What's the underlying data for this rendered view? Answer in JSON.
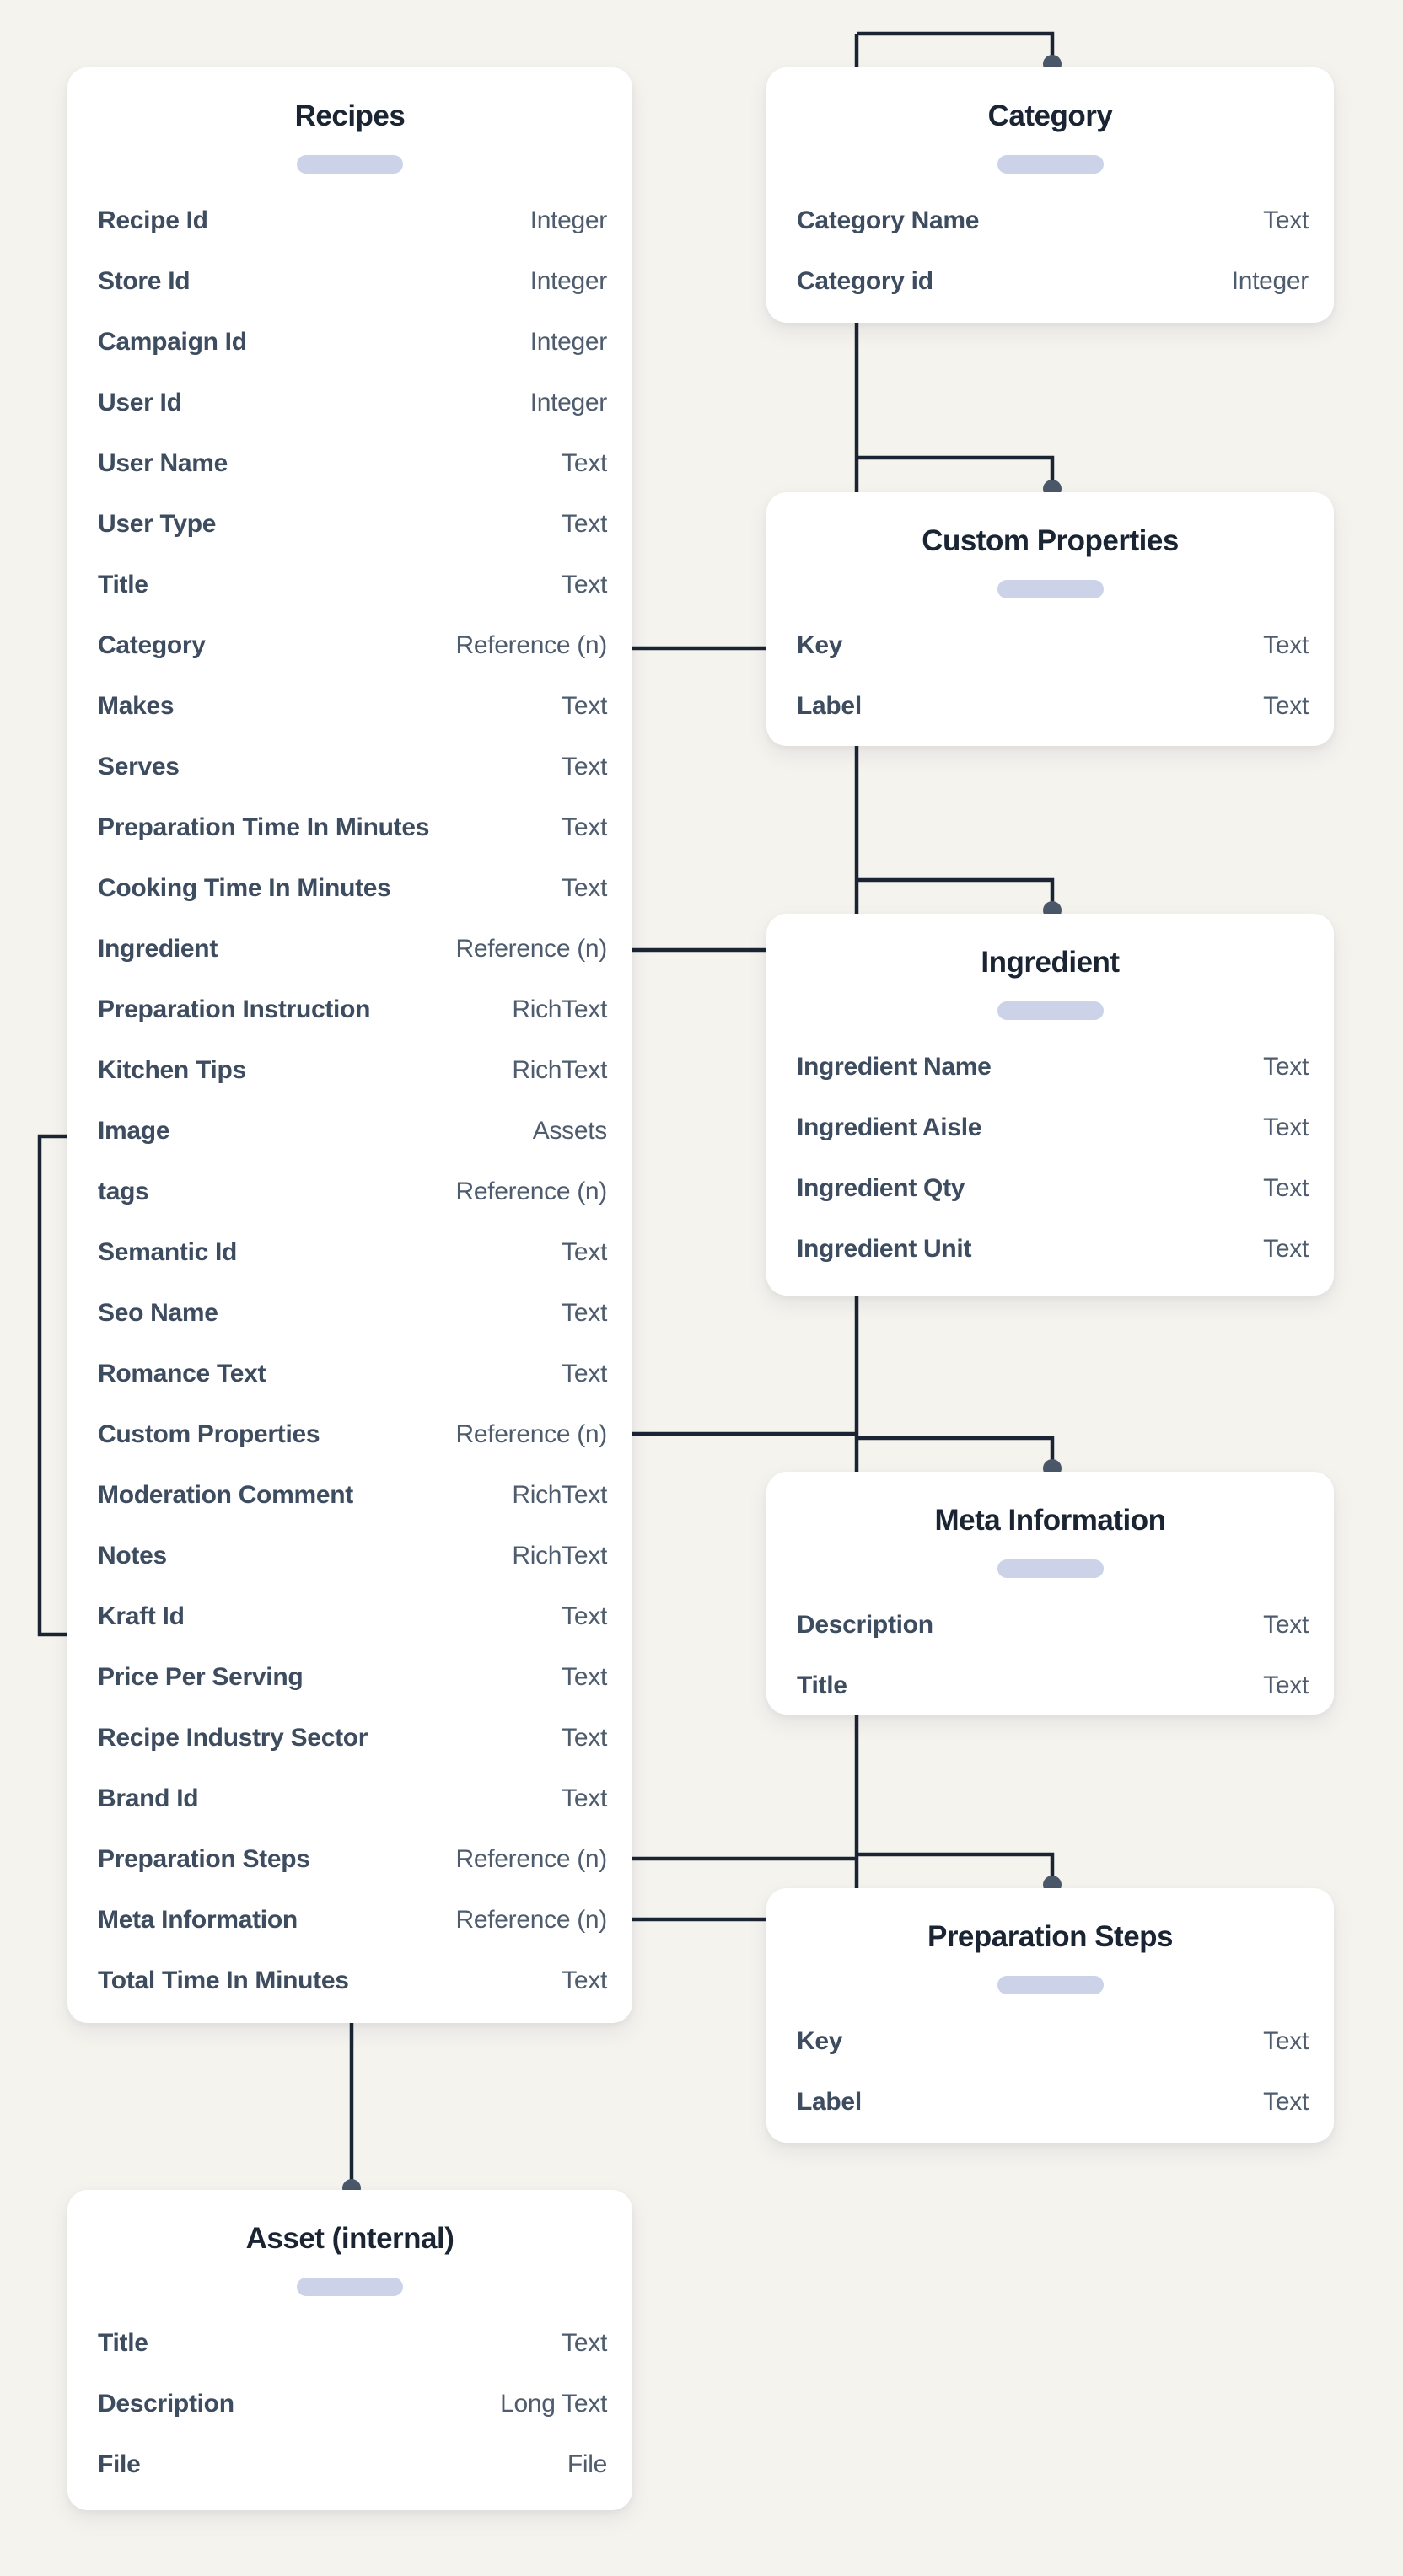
{
  "colors": {
    "background": "#f5f3ee",
    "card": "#ffffff",
    "title": "#1a2433",
    "field_label": "#3e4c60",
    "field_type": "#4e5c6e",
    "pill": "#ccd3e9",
    "connector": "#1a2433",
    "dot": "#4a5869"
  },
  "entities": [
    {
      "id": "recipes",
      "title": "Recipes",
      "fields": [
        {
          "label": "Recipe Id",
          "type": "Integer"
        },
        {
          "label": "Store Id",
          "type": "Integer"
        },
        {
          "label": "Campaign Id",
          "type": "Integer"
        },
        {
          "label": "User Id",
          "type": "Integer"
        },
        {
          "label": "User Name",
          "type": "Text"
        },
        {
          "label": "User Type",
          "type": "Text"
        },
        {
          "label": "Title",
          "type": "Text"
        },
        {
          "label": "Category",
          "type": "Reference (n)"
        },
        {
          "label": "Makes",
          "type": "Text"
        },
        {
          "label": "Serves",
          "type": "Text"
        },
        {
          "label": "Preparation Time In Minutes",
          "type": "Text"
        },
        {
          "label": "Cooking Time In Minutes",
          "type": "Text"
        },
        {
          "label": "Ingredient",
          "type": "Reference (n)"
        },
        {
          "label": "Preparation Instruction",
          "type": "RichText"
        },
        {
          "label": "Kitchen Tips",
          "type": "RichText"
        },
        {
          "label": "Image",
          "type": "Assets"
        },
        {
          "label": "tags",
          "type": "Reference (n)"
        },
        {
          "label": "Semantic Id",
          "type": "Text"
        },
        {
          "label": "Seo Name",
          "type": "Text"
        },
        {
          "label": "Romance Text",
          "type": "Text"
        },
        {
          "label": "Custom Properties",
          "type": "Reference (n)"
        },
        {
          "label": "Moderation Comment",
          "type": "RichText"
        },
        {
          "label": "Notes",
          "type": "RichText"
        },
        {
          "label": "Kraft Id",
          "type": "Text"
        },
        {
          "label": "Price Per Serving",
          "type": "Text"
        },
        {
          "label": "Recipe Industry Sector",
          "type": "Text"
        },
        {
          "label": "Brand Id",
          "type": "Text"
        },
        {
          "label": "Preparation Steps",
          "type": "Reference (n)"
        },
        {
          "label": "Meta Information",
          "type": "Reference (n)"
        },
        {
          "label": "Total Time In Minutes",
          "type": "Text"
        }
      ]
    },
    {
      "id": "category",
      "title": "Category",
      "fields": [
        {
          "label": "Category Name",
          "type": "Text"
        },
        {
          "label": "Category id",
          "type": "Integer"
        }
      ]
    },
    {
      "id": "custom_properties",
      "title": "Custom Properties",
      "fields": [
        {
          "label": "Key",
          "type": "Text"
        },
        {
          "label": "Label",
          "type": "Text"
        }
      ]
    },
    {
      "id": "ingredient",
      "title": "Ingredient",
      "fields": [
        {
          "label": "Ingredient Name",
          "type": "Text"
        },
        {
          "label": "Ingredient Aisle",
          "type": "Text"
        },
        {
          "label": "Ingredient Qty",
          "type": "Text"
        },
        {
          "label": "Ingredient Unit",
          "type": "Text"
        }
      ]
    },
    {
      "id": "meta_information",
      "title": "Meta Information",
      "fields": [
        {
          "label": "Description",
          "type": "Text"
        },
        {
          "label": "Title",
          "type": "Text"
        }
      ]
    },
    {
      "id": "preparation_steps",
      "title": "Preparation Steps",
      "fields": [
        {
          "label": "Key",
          "type": "Text"
        },
        {
          "label": "Label",
          "type": "Text"
        }
      ]
    },
    {
      "id": "asset_internal",
      "title": "Asset (internal)",
      "fields": [
        {
          "label": "Title",
          "type": "Text"
        },
        {
          "label": "Description",
          "type": "Long Text"
        },
        {
          "label": "File",
          "type": "File"
        }
      ]
    }
  ]
}
